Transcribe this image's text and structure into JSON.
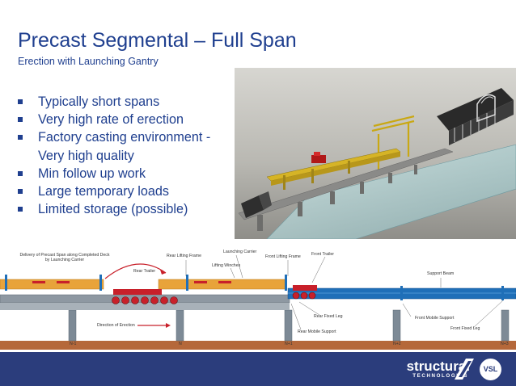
{
  "slide": {
    "title": "Precast Segmental – Full Span",
    "subtitle": "Erection with Launching Gantry",
    "bullets": [
      "Typically short spans",
      "Very high rate of erection",
      "Factory casting environment -",
      "Very high quality",
      "Min follow up work",
      "Large temporary loads",
      "Limited storage (possible)"
    ]
  },
  "diagram": {
    "labels": {
      "delivery_line1": "Delivery of Precast Span along Completed Deck",
      "delivery_line2": "by Launching Carrier",
      "rear_lifting_frame": "Rear Lifting Frame",
      "launching_carrier": "Launching Carrier",
      "front_lifting_frame": "Front Lifting Frame",
      "front_trailer": "Front Trailer",
      "lifting_winches": "Lifting Winches",
      "rear_trailer": "Rear Trailer",
      "support_beam": "Support Beam",
      "rear_fixed_leg": "Rear Fixed Leg",
      "front_mobile_support": "Front Mobile Support",
      "front_fixed_leg": "Front Fixed Leg",
      "rear_mobile_support": "Rear Mobile Support",
      "direction_of_erection": "Direction of Erection",
      "pier_n_minus_1": "N-1",
      "pier_n": "N",
      "pier_n_plus_1": "N+1",
      "pier_n_plus_2": "N+2",
      "pier_n_plus_3": "N+3"
    },
    "colors": {
      "segment": "#e8a33a",
      "support_beam": "#1f6fb8",
      "bogie": "#c8202a",
      "deck": "#7d8a96",
      "ground": "#b5683a"
    }
  },
  "footer": {
    "logo_main": "structural",
    "logo_sub": "TECHNOLOGIES",
    "vsl": "VSL",
    "background": "#2b3d7c"
  }
}
